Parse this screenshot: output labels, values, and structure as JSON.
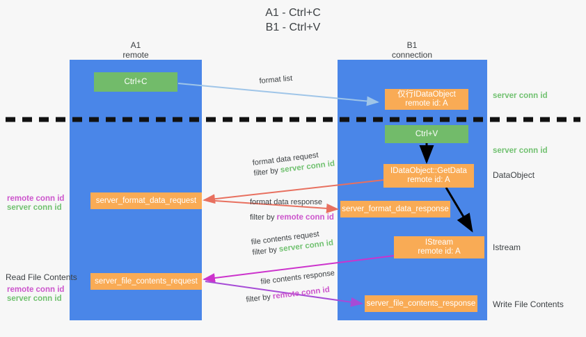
{
  "title": "A1 - Ctrl+C\nB1 - Ctrl+V",
  "colors": {
    "lane": "#4a86e8",
    "green_box": "#72bb6a",
    "orange_box": "#f9ab55",
    "server_conn": "#71c170",
    "remote_conn": "#cc55cc",
    "arrow_blue": "#9fc5e8",
    "arrow_red": "#e8705f",
    "arrow_magenta": "#cc33cc",
    "arrow_purple": "#a64bd6",
    "arrow_black": "#000000",
    "divider": "#111111",
    "background": "#f7f7f7"
  },
  "lanes": [
    {
      "name": "a1-remote",
      "header": "A1\nremote"
    },
    {
      "name": "b1-connection",
      "header": "B1\nconnection"
    }
  ],
  "nodes": {
    "ctrl_c": "Ctrl+C",
    "ctrl_v": "Ctrl+V",
    "idataobject": "仅行IDataObject\nremote id: A",
    "idataobject_getdata": "IDataObject::GetData\nremote id: A",
    "istream": "IStream\nremote id: A",
    "server_format_data_request": "server_format_data_request",
    "server_format_data_response": "server_format_data_response",
    "server_file_contents_request": "server_file_contents_request",
    "server_file_contents_response": "server_file_contents_response"
  },
  "right_labels": {
    "server_conn_id_top": "server conn id",
    "server_conn_id_mid": "server conn id",
    "dataobject": "DataObject",
    "istream": "Istream",
    "write_file_contents": "Write File Contents"
  },
  "left_labels": {
    "remote_conn_id_1": "remote conn id",
    "server_conn_id_1": "server conn id",
    "read_file_contents": "Read File Contents",
    "remote_conn_id_2": "remote conn id",
    "server_conn_id_2": "server conn id"
  },
  "edges": [
    {
      "name": "format-list",
      "line1": "format list",
      "filter_prefix": "",
      "filter_value": "",
      "filter_kind": ""
    },
    {
      "name": "format-data-request",
      "line1": "format data request",
      "filter_prefix": "filter by ",
      "filter_value": "server conn id",
      "filter_kind": "server"
    },
    {
      "name": "format-data-response",
      "line1": "format data response",
      "filter_prefix": "filter by ",
      "filter_value": "remote conn id",
      "filter_kind": "remote"
    },
    {
      "name": "file-contents-request",
      "line1": "file contents request",
      "filter_prefix": "filter by ",
      "filter_value": "server conn id",
      "filter_kind": "server"
    },
    {
      "name": "file-contents-response",
      "line1": "file contents response",
      "filter_prefix": "filter by ",
      "filter_value": "remote conn id",
      "filter_kind": "remote"
    }
  ]
}
